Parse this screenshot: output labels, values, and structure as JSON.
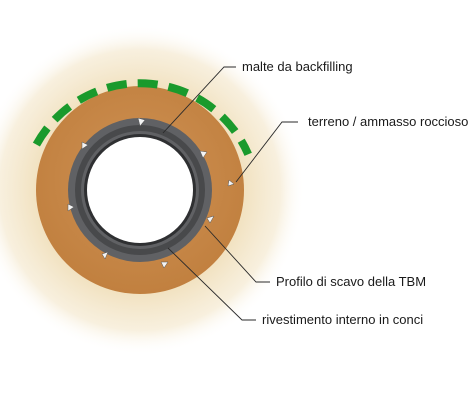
{
  "labels": {
    "backfilling": "malte da backfilling",
    "ground": "terreno / ammasso roccioso",
    "tbm_profile": "Profilo di scavo della TBM",
    "lining": "rivestimento interno in conci"
  },
  "colors": {
    "background": "#ffffff",
    "halo": "#f1e2bf",
    "excavation_zone": "#c9894d",
    "lining_outer": "#5f6062",
    "lining_inner": "#3e3f41",
    "tunnel_bore": "#ffffff",
    "drainage_dashes": "#199129",
    "leader_lines": "#2a2a2a"
  },
  "icons": [
    "dashed-arc-drainage",
    "triangle-markers"
  ]
}
